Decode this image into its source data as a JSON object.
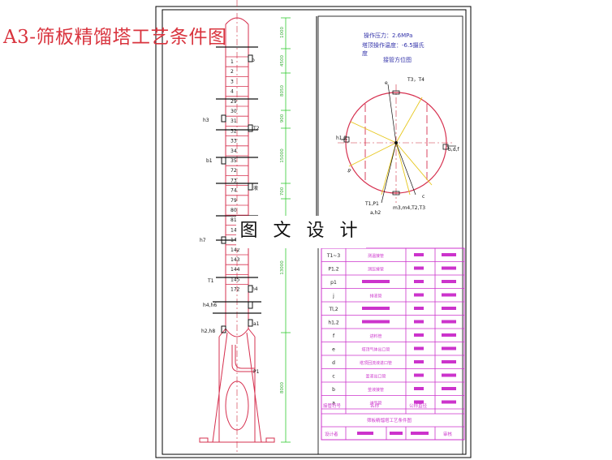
{
  "title": "A3-筛板精馏塔工艺条件图",
  "watermark": "图 文 设 计",
  "notes": {
    "line1": "操作压力：2.6MPa",
    "line2": "塔顶操作温度：-6.5摄氏",
    "line3": "度",
    "line4": "接管方位图"
  },
  "column": {
    "tray_labels": [
      "1",
      "2",
      "3",
      "4",
      "29",
      "30",
      "31",
      "32",
      "33",
      "34",
      "35",
      "72",
      "73",
      "74",
      "79",
      "80",
      "81",
      "140",
      "141",
      "142",
      "143",
      "144",
      "145",
      "172"
    ],
    "side_labels": {
      "top": "b",
      "ab": "h3",
      "t2": "T2",
      "b1": "b1",
      "hu": "h4",
      "h7": "h7",
      "t1": "T1",
      "liq": "液",
      "hd": "h4,h6",
      "ho": "h2,h8",
      "a": "a1",
      "p": "P1"
    },
    "dimensions": [
      "1000",
      "4500",
      "8050",
      "900",
      "15000",
      "700",
      "13000",
      "8000"
    ]
  },
  "orientation": {
    "labels": [
      "T3，T4",
      "e",
      "h1,2",
      "b,d,f",
      "c",
      "T1,P1",
      "a,h2",
      "m3,m4,T2,T3",
      "g"
    ]
  },
  "table": {
    "rows": [
      {
        "code": "T1~3",
        "name": "测温接管"
      },
      {
        "code": "P1,2",
        "name": "测压接管"
      },
      {
        "code": "p1",
        "name": ""
      },
      {
        "code": "j",
        "name": "排液管"
      },
      {
        "code": "Tl,2",
        "name": ""
      },
      {
        "code": "h1,2",
        "name": ""
      },
      {
        "code": "f",
        "name": "进料管"
      },
      {
        "code": "e",
        "name": "塔顶气体出口管"
      },
      {
        "code": "d",
        "name": "塔顶回流液进口管"
      },
      {
        "code": "c",
        "name": "釜液出口管"
      },
      {
        "code": "b",
        "name": "釜液接管"
      },
      {
        "code": "a",
        "name": "进气管"
      }
    ],
    "header_row": {
      "c1": "接管符号",
      "c2": "名称",
      "c3": "公称直径"
    },
    "footer_title": "筛板精馏塔工艺条件图",
    "sign_row": {
      "c1": "设计者",
      "c4": "审核"
    }
  },
  "colors": {
    "frame": "#000000",
    "column": "#d6304f",
    "dims": "#33cc33",
    "yellow": "#e6c619",
    "table": "#cc33cc",
    "text": "#3333aa"
  }
}
